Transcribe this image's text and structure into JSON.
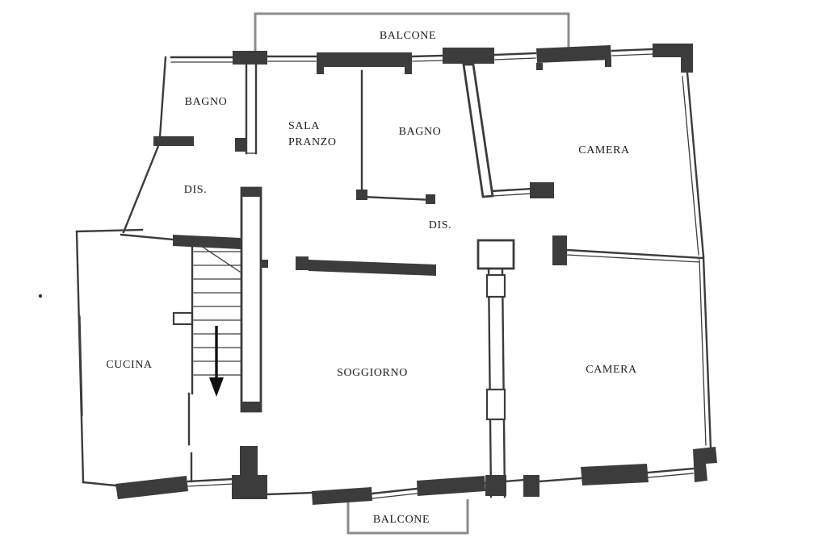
{
  "rooms": [
    {
      "id": "balcone-top",
      "label": "BALCONE"
    },
    {
      "id": "bagno-1",
      "label": "BAGNO"
    },
    {
      "id": "sala-pranzo",
      "label": "SALA PRANZO"
    },
    {
      "id": "bagno-2",
      "label": "BAGNO"
    },
    {
      "id": "camera-1",
      "label": "CAMERA"
    },
    {
      "id": "dis-1",
      "label": "DIS."
    },
    {
      "id": "dis-2",
      "label": "DIS."
    },
    {
      "id": "cucina",
      "label": "CUCINA"
    },
    {
      "id": "soggiorno",
      "label": "SOGGIORNO"
    },
    {
      "id": "camera-2",
      "label": "CAMERA"
    },
    {
      "id": "balcone-bottom",
      "label": "BALCONE"
    }
  ],
  "colors": {
    "wall": "#3c3c3c",
    "balcony_outline": "#8c8c8c",
    "background": "#ffffff",
    "arrow": "#111111"
  },
  "stairs": {
    "direction": "down"
  }
}
